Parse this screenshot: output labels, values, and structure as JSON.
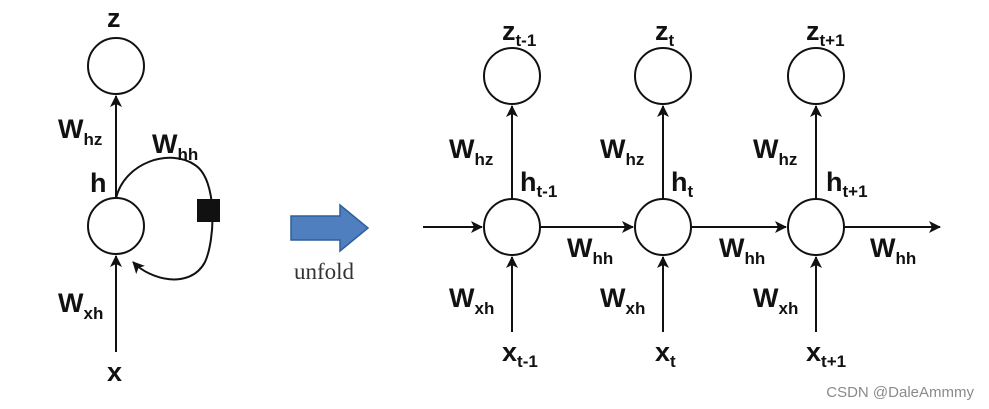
{
  "diagram": {
    "left": {
      "z": {
        "base": "z",
        "sub": ""
      },
      "w_hz": {
        "base": "W",
        "sub": "hz"
      },
      "w_hh": {
        "base": "W",
        "sub": "hh"
      },
      "h": {
        "base": "h",
        "sub": ""
      },
      "w_xh": {
        "base": "W",
        "sub": "xh"
      },
      "x": {
        "base": "x",
        "sub": ""
      }
    },
    "unfold_label": "unfold",
    "right": {
      "steps": [
        {
          "z": {
            "base": "z",
            "sub": "t-1"
          },
          "w_hz": {
            "base": "W",
            "sub": "hz"
          },
          "h": {
            "base": "h",
            "sub": "t-1"
          },
          "w_xh": {
            "base": "W",
            "sub": "xh"
          },
          "x": {
            "base": "x",
            "sub": "t-1"
          },
          "w_hh": {
            "base": "W",
            "sub": "hh"
          }
        },
        {
          "z": {
            "base": "z",
            "sub": "t"
          },
          "w_hz": {
            "base": "W",
            "sub": "hz"
          },
          "h": {
            "base": "h",
            "sub": "t"
          },
          "w_xh": {
            "base": "W",
            "sub": "xh"
          },
          "x": {
            "base": "x",
            "sub": "t"
          },
          "w_hh": {
            "base": "W",
            "sub": "hh"
          }
        },
        {
          "z": {
            "base": "z",
            "sub": "t+1"
          },
          "w_hz": {
            "base": "W",
            "sub": "hz"
          },
          "h": {
            "base": "h",
            "sub": "t+1"
          },
          "w_xh": {
            "base": "W",
            "sub": "xh"
          },
          "x": {
            "base": "x",
            "sub": "t+1"
          },
          "w_hh": {
            "base": "W",
            "sub": "hh"
          }
        }
      ]
    }
  },
  "watermark": "CSDN @DaleAmmmy",
  "colors": {
    "stroke": "#111111",
    "arrow_fill": "#4f7fbf",
    "arrow_stroke": "#2f5f9c",
    "watermark": "#8a8a8a"
  }
}
